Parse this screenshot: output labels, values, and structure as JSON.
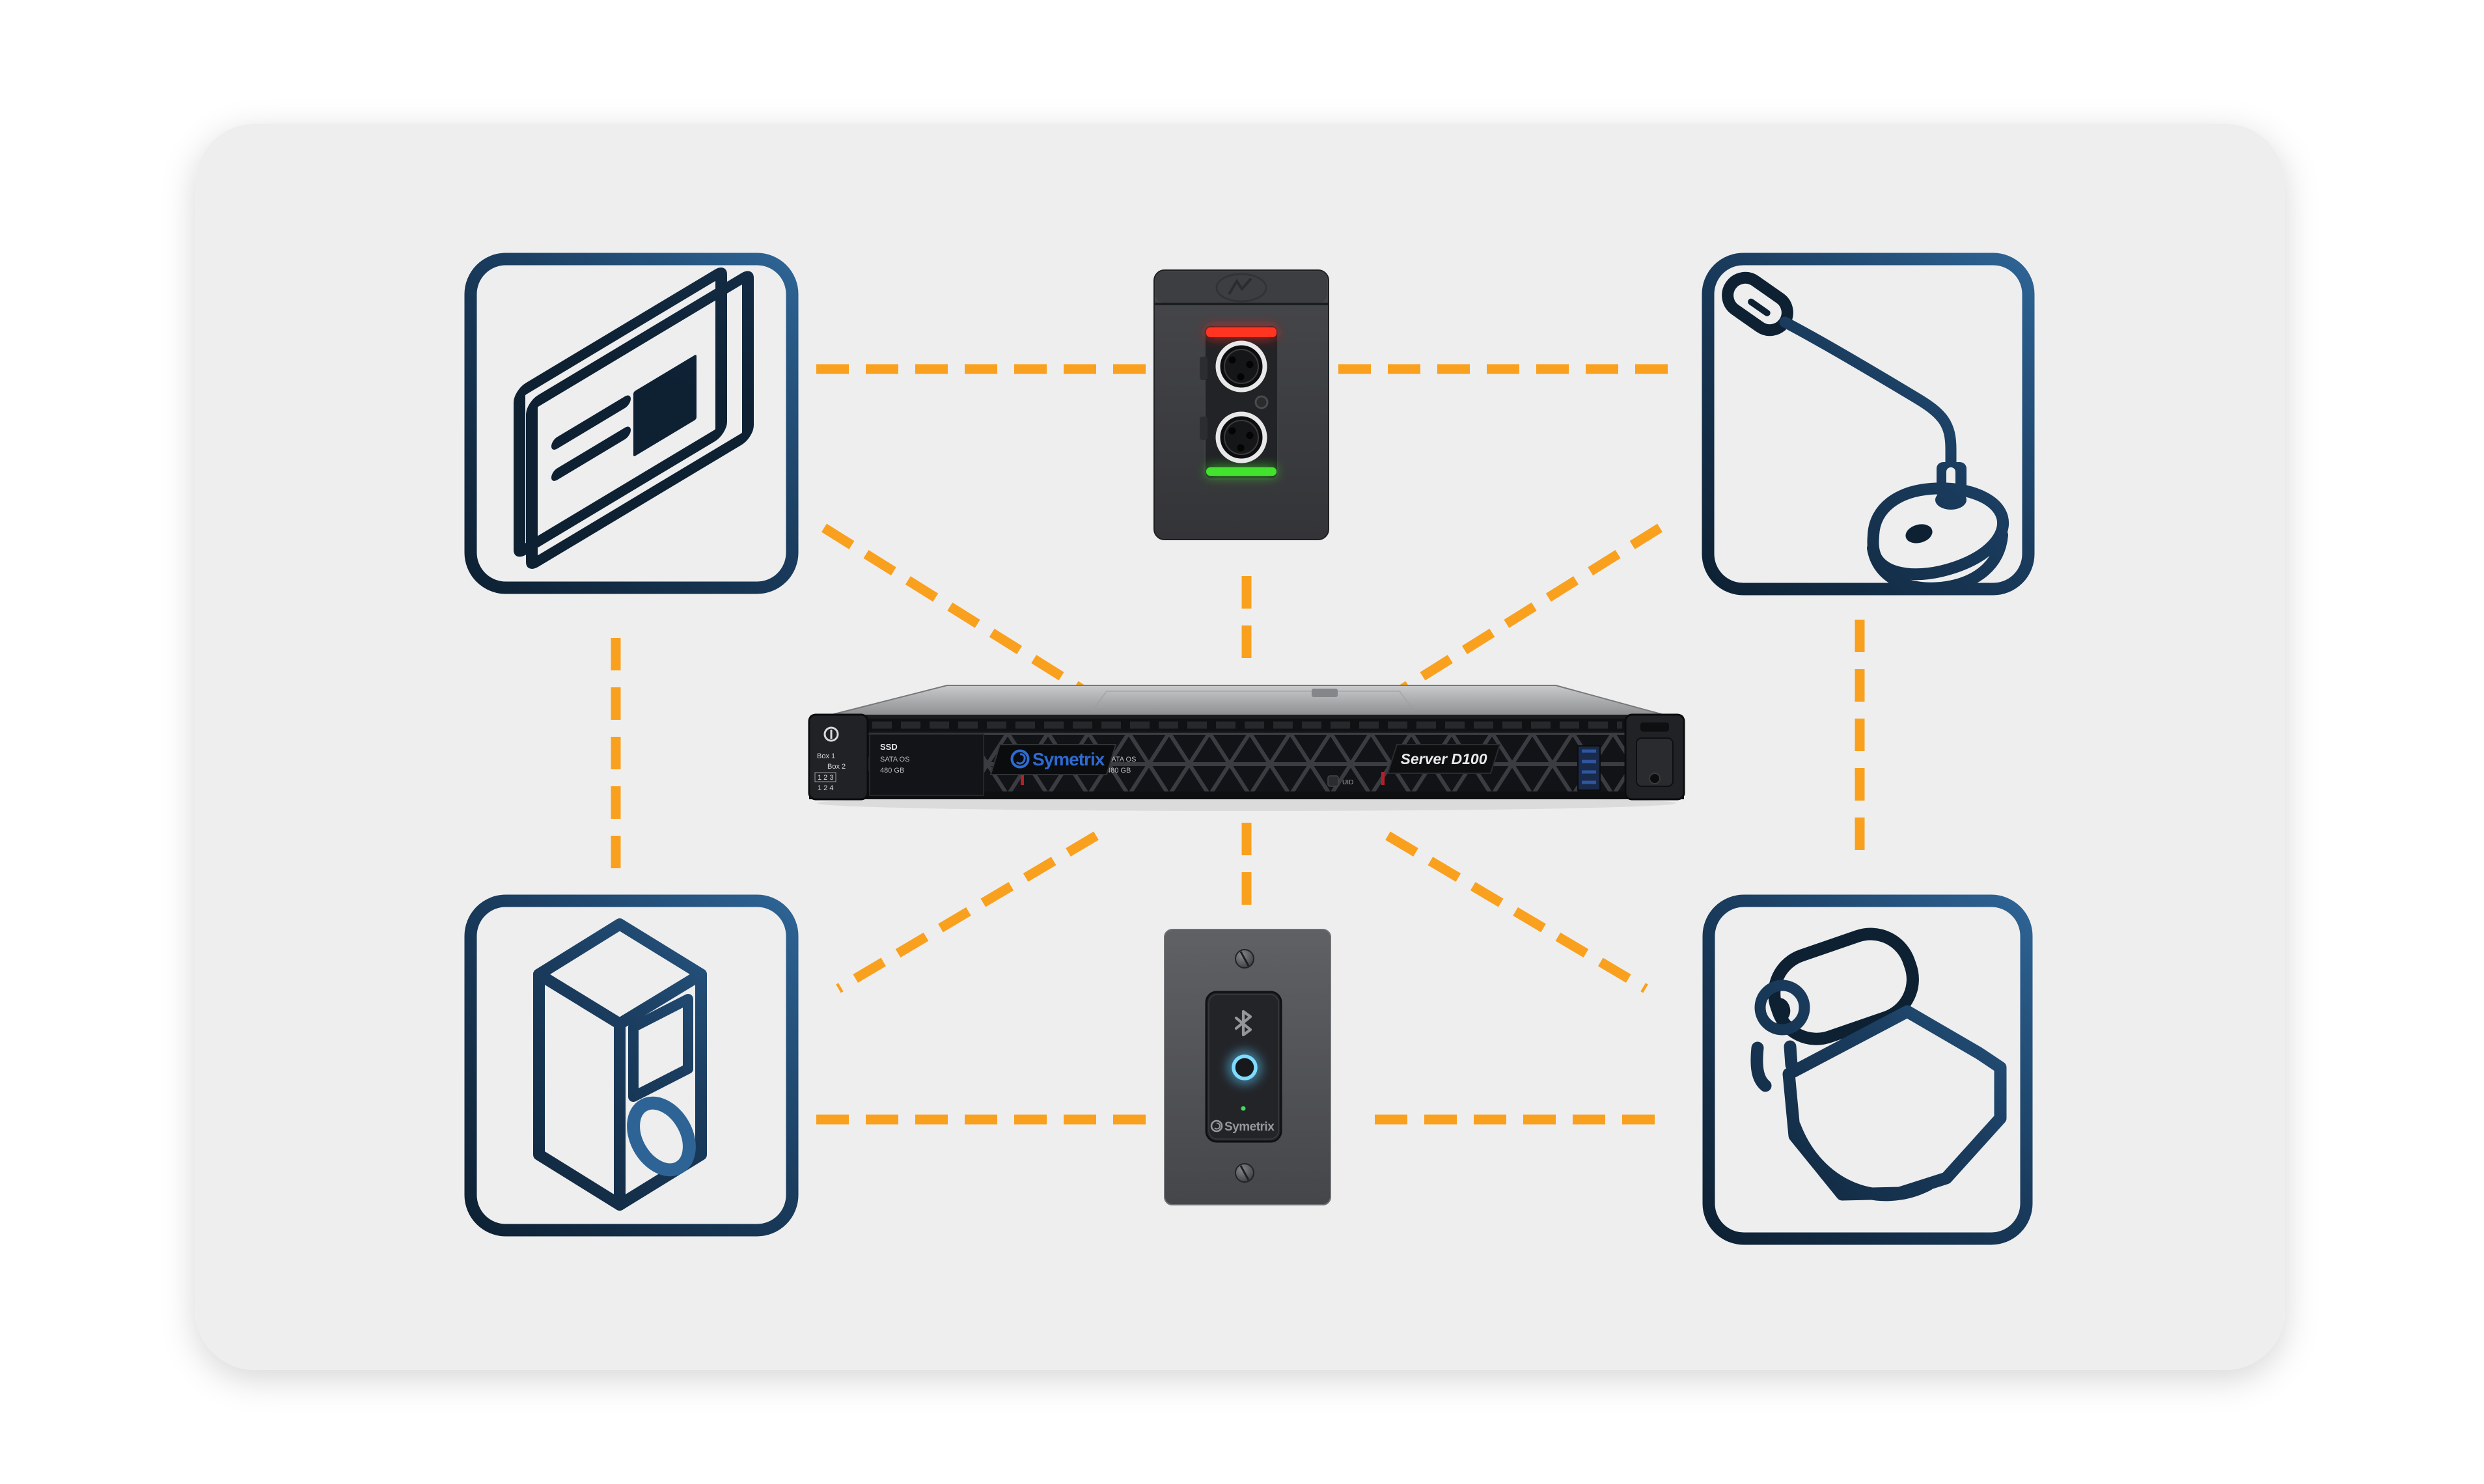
{
  "scene": {
    "description": "Symetrix Server D100 AV connectivity diagram on light card",
    "page_bg": "#FFFFFF",
    "card_bg": "#EEEEEF",
    "accent_orange": "#F9A11E",
    "navy_dark": "#0E2133",
    "navy_light": "#2E6495",
    "symetrix_blue": "#2E6BD3",
    "led_red": "#FF241A",
    "led_green": "#3DD52B",
    "bt_ring_blue": "#59C7F4"
  },
  "hub": {
    "name": "symetrix-server-d100",
    "brand": "Symetrix",
    "model": "Server D100",
    "uid_label": "UID",
    "ear": {
      "box1": "Box 1",
      "box2": "Box 2",
      "row1": "1 2 3",
      "row2": "1 2 4"
    },
    "drive": {
      "l1": "SSD",
      "l2": "SATA OS",
      "l3": "480 GB"
    }
  },
  "nodes": [
    {
      "id": "display-card",
      "icon": "id-card-icon",
      "position": "top-left"
    },
    {
      "id": "xlr-wall-plate",
      "icon": "xlr-wall-plate-photo",
      "position": "top-center",
      "leds": [
        "red",
        "green"
      ]
    },
    {
      "id": "gooseneck-microphone",
      "icon": "gooseneck-mic-icon",
      "position": "top-right"
    },
    {
      "id": "loudspeaker",
      "icon": "speaker-icon",
      "position": "bottom-left"
    },
    {
      "id": "bluetooth-wall-plate",
      "icon": "bluetooth-wall-plate-photo",
      "position": "bottom-center",
      "brand": "Symetrix"
    },
    {
      "id": "ptz-camera",
      "icon": "ptz-camera-icon",
      "position": "bottom-right"
    }
  ],
  "edges": [
    {
      "from": "display-card",
      "to": "xlr-wall-plate",
      "style": "dashed-orange"
    },
    {
      "from": "xlr-wall-plate",
      "to": "gooseneck-microphone",
      "style": "dashed-orange"
    },
    {
      "from": "display-card",
      "to": "symetrix-server-d100",
      "style": "dashed-orange"
    },
    {
      "from": "gooseneck-microphone",
      "to": "symetrix-server-d100",
      "style": "dashed-orange"
    },
    {
      "from": "xlr-wall-plate",
      "to": "symetrix-server-d100",
      "style": "dashed-orange"
    },
    {
      "from": "display-card",
      "to": "loudspeaker",
      "style": "dashed-orange"
    },
    {
      "from": "gooseneck-microphone",
      "to": "ptz-camera",
      "style": "dashed-orange"
    },
    {
      "from": "symetrix-server-d100",
      "to": "loudspeaker",
      "style": "dashed-orange"
    },
    {
      "from": "symetrix-server-d100",
      "to": "ptz-camera",
      "style": "dashed-orange"
    },
    {
      "from": "symetrix-server-d100",
      "to": "bluetooth-wall-plate",
      "style": "dashed-orange"
    },
    {
      "from": "loudspeaker",
      "to": "bluetooth-wall-plate",
      "style": "dashed-orange"
    },
    {
      "from": "bluetooth-wall-plate",
      "to": "ptz-camera",
      "style": "dashed-orange"
    }
  ]
}
